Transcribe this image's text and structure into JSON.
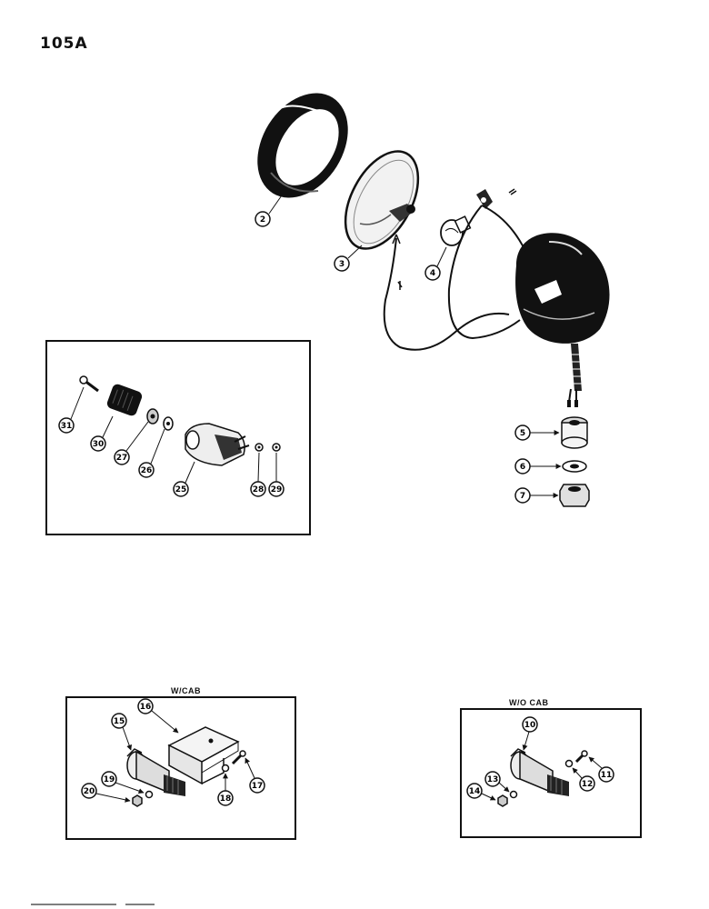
{
  "page_number": "105A",
  "titles": {
    "with_cab": "W/CAB",
    "without_cab": "W/O CAB"
  },
  "callouts": {
    "c2": "2",
    "c3": "3",
    "c4": "4",
    "c5": "5",
    "c6": "6",
    "c7": "7",
    "c10": "10",
    "c11": "11",
    "c12": "12",
    "c13": "13",
    "c14": "14",
    "c15": "15",
    "c16": "16",
    "c17": "17",
    "c18": "18",
    "c19": "19",
    "c20": "20",
    "c25": "25",
    "c26": "26",
    "c27": "27",
    "c28": "28",
    "c29": "29",
    "c30": "30",
    "c31": "31"
  },
  "colors": {
    "ink": "#111111",
    "paper": "#ffffff",
    "highlight": "#e8e8e8"
  }
}
